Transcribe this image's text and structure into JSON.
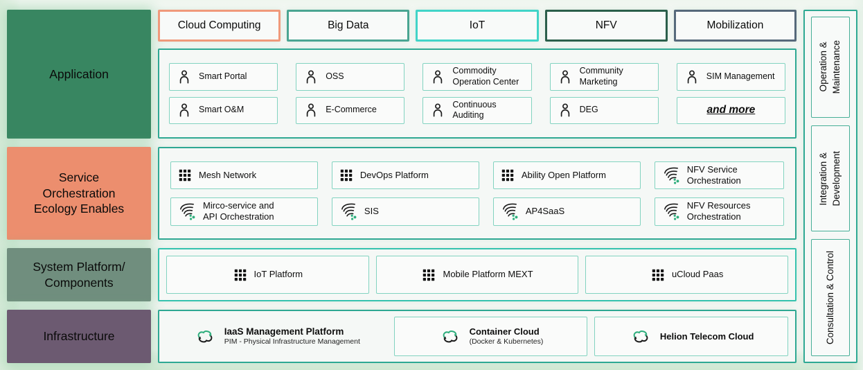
{
  "palette": {
    "cloud_computing_border": "#f0997b",
    "big_data_border": "#4aa592",
    "iot_border": "#41d4c8",
    "nfv_border": "#2b5f4b",
    "mobilization_border": "#56697b",
    "application_block": "#388661",
    "service_block": "#ec8e6e",
    "system_block": "#708e7e",
    "infrastructure_block": "#6c5a71",
    "container_border": "#2ea893",
    "item_border": "#82d3c0",
    "icon_green": "#2fae7d"
  },
  "top_tabs": [
    {
      "label": "Cloud Computing"
    },
    {
      "label": "Big Data"
    },
    {
      "label": "IoT"
    },
    {
      "label": "NFV"
    },
    {
      "label": "Mobilization"
    }
  ],
  "left_sections": [
    {
      "label": "Application"
    },
    {
      "label": "Service\nOrchestration\nEcology Enables"
    },
    {
      "label": "System Platform/\nComponents"
    },
    {
      "label": "Infrastructure"
    }
  ],
  "application": {
    "items": [
      {
        "icon": "person-icon",
        "label": "Smart Portal"
      },
      {
        "icon": "person-icon",
        "label": "OSS"
      },
      {
        "icon": "person-icon",
        "label": "Commodity\nOperation Center"
      },
      {
        "icon": "person-icon",
        "label": "Community\nMarketing"
      },
      {
        "icon": "person-icon",
        "label": "SIM Management"
      },
      {
        "icon": "person-icon",
        "label": "Smart O&M"
      },
      {
        "icon": "person-icon",
        "label": "E-Commerce"
      },
      {
        "icon": "person-icon",
        "label": "Continuous Auditing"
      },
      {
        "icon": "person-icon",
        "label": "DEG"
      },
      {
        "icon": "none",
        "label": "and more"
      }
    ]
  },
  "service": {
    "items": [
      {
        "icon": "grid-icon",
        "label": "Mesh Network"
      },
      {
        "icon": "grid-icon",
        "label": "DevOps Platform"
      },
      {
        "icon": "grid-icon",
        "label": "Ability Open Platform"
      },
      {
        "icon": "stream-icon",
        "label": "NFV Service\nOrchestration"
      },
      {
        "icon": "stream-icon",
        "label": "Mirco-service and\nAPI Orchestration"
      },
      {
        "icon": "stream-icon",
        "label": "SIS"
      },
      {
        "icon": "stream-icon",
        "label": "AP4SaaS"
      },
      {
        "icon": "stream-icon",
        "label": "NFV Resources\nOrchestration"
      }
    ]
  },
  "system": {
    "items": [
      {
        "icon": "grid-icon",
        "label": "IoT Platform"
      },
      {
        "icon": "grid-icon",
        "label": "Mobile Platform MEXT"
      },
      {
        "icon": "grid-icon",
        "label": "uCloud Paas"
      }
    ]
  },
  "infrastructure": {
    "items": [
      {
        "icon": "cloud-sync-icon",
        "title": "IaaS Management Platform",
        "subtitle": "PIM - Physical Infrastructure Management"
      },
      {
        "icon": "cloud-sync-icon",
        "title": "Container Cloud",
        "subtitle": "(Docker & Kubernetes)"
      },
      {
        "icon": "cloud-sync-icon",
        "title": "Helion Telecom Cloud",
        "subtitle": ""
      }
    ]
  },
  "right_sections": [
    {
      "label": "Operation &\nMaintenance"
    },
    {
      "label": "Integration &\nDevelopment"
    },
    {
      "label": "Consultation & Control"
    }
  ]
}
